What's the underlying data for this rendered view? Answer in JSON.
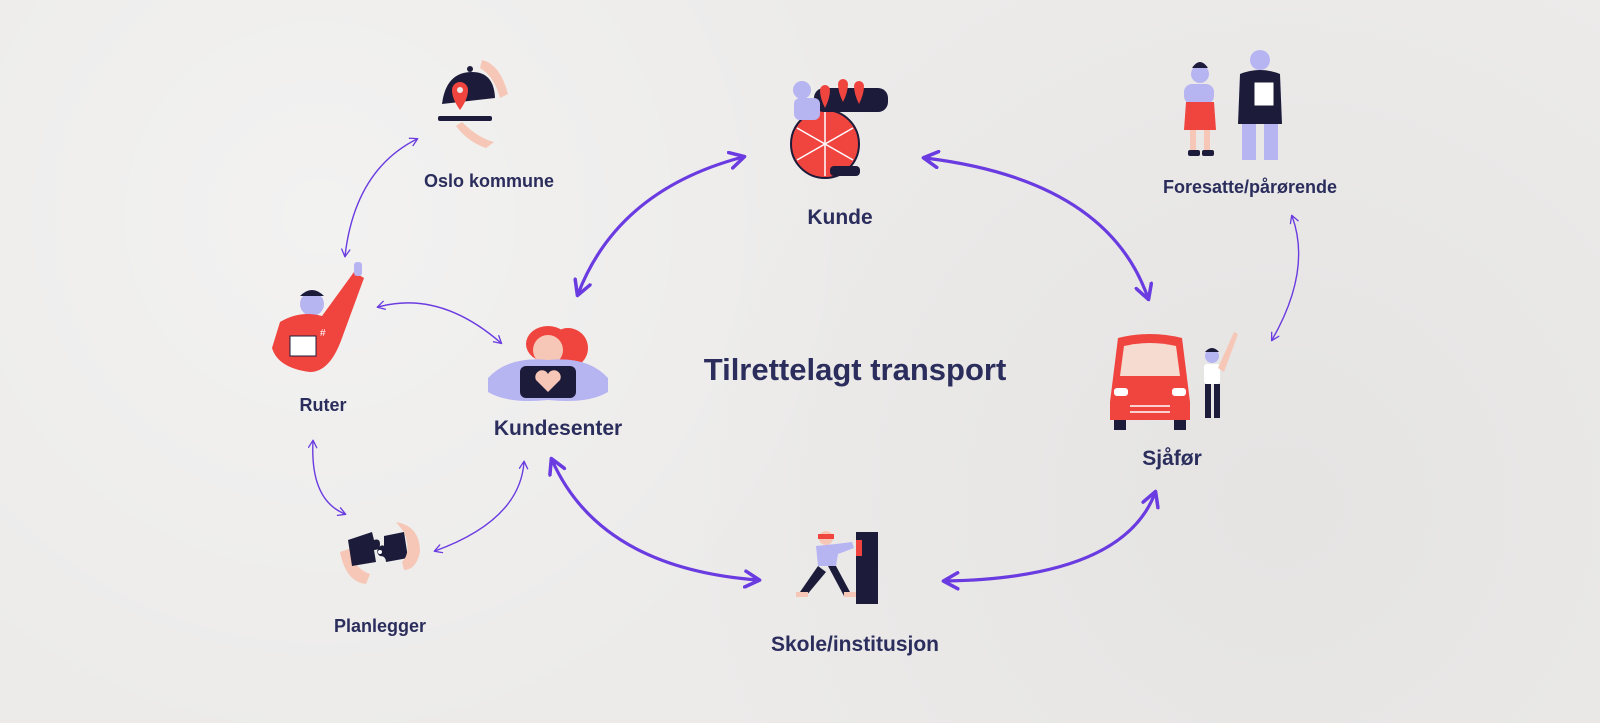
{
  "title": "Tilrettelagt transport",
  "nodes": {
    "kunde": "Kunde",
    "kundesenter": "Kundesenter",
    "sjafor": "Sjåfør",
    "skole": "Skole/institusjon",
    "oslo": "Oslo kommune",
    "ruter": "Ruter",
    "planlegger": "Planlegger",
    "foresatte": "Foresatte/pårørende"
  },
  "colors": {
    "text": "#2b2d5c",
    "arrow": "#6a3be0",
    "red": "#f0443f",
    "lavender": "#b7b4f2",
    "navy": "#1c1c3a",
    "skin": "#f6c7b6"
  },
  "icons": {
    "kunde": "wheelchair-user-icon",
    "kundesenter": "heart-hands-agent-icon",
    "sjafor": "van-driver-icon",
    "skole": "person-walking-to-door-icon",
    "oslo": "serving-cloche-icon",
    "ruter": "waving-person-icon",
    "planlegger": "puzzle-hands-icon",
    "foresatte": "parents-icon"
  }
}
